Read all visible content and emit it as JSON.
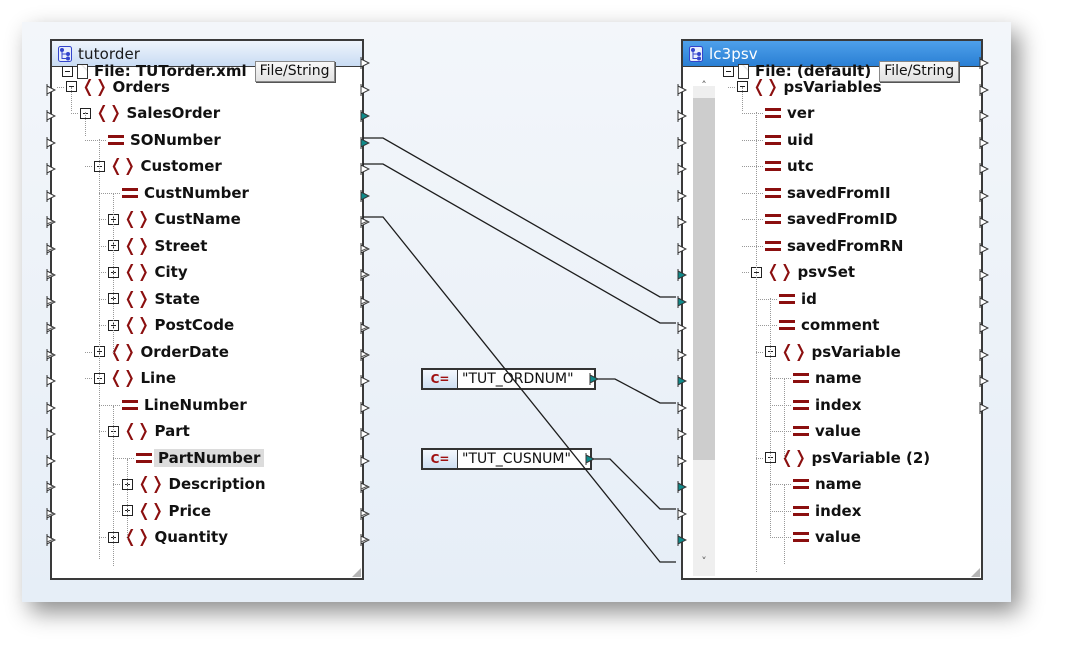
{
  "source_component": {
    "title": "tutorder",
    "icon": "schema-tree-icon",
    "file_label": "File: TUTorder.xml",
    "file_button": "File/String",
    "nodes": [
      {
        "label": "Orders",
        "type": "element",
        "toggle": "collapse",
        "depth": 1
      },
      {
        "label": "SalesOrder",
        "type": "element",
        "toggle": "collapse",
        "depth": 2,
        "connected": true
      },
      {
        "label": "SONumber",
        "type": "attribute",
        "depth": 3,
        "connected": true
      },
      {
        "label": "Customer",
        "type": "element",
        "toggle": "collapse",
        "depth": 3
      },
      {
        "label": "CustNumber",
        "type": "attribute",
        "depth": 4,
        "connected": true
      },
      {
        "label": "CustName",
        "type": "element",
        "toggle": "expand",
        "depth": 4,
        "multi": true
      },
      {
        "label": "Street",
        "type": "element",
        "toggle": "expand",
        "depth": 4,
        "multi": true
      },
      {
        "label": "City",
        "type": "element",
        "toggle": "expand",
        "depth": 4,
        "multi": true
      },
      {
        "label": "State",
        "type": "element",
        "toggle": "expand",
        "depth": 4,
        "multi": true
      },
      {
        "label": "PostCode",
        "type": "element",
        "toggle": "expand",
        "depth": 4,
        "multi": true
      },
      {
        "label": "OrderDate",
        "type": "element",
        "toggle": "expand",
        "depth": 3,
        "multi": true
      },
      {
        "label": "Line",
        "type": "element",
        "toggle": "collapse",
        "depth": 3
      },
      {
        "label": "LineNumber",
        "type": "attribute",
        "depth": 4
      },
      {
        "label": "Part",
        "type": "element",
        "toggle": "collapse",
        "depth": 4
      },
      {
        "label": "PartNumber",
        "type": "attribute",
        "depth": 5,
        "highlighted": true
      },
      {
        "label": "Description",
        "type": "element",
        "toggle": "expand",
        "depth": 5,
        "multi": true
      },
      {
        "label": "Price",
        "type": "element",
        "toggle": "expand",
        "depth": 5,
        "multi": true
      },
      {
        "label": "Quantity",
        "type": "element",
        "toggle": "expand",
        "depth": 4,
        "multi": true
      }
    ]
  },
  "target_component": {
    "title": "lc3psv",
    "icon": "schema-tree-icon",
    "file_label": "File: (default)",
    "file_button": "File/String",
    "nodes": [
      {
        "label": "psVariables",
        "type": "element",
        "toggle": "collapse",
        "depth": 1
      },
      {
        "label": "ver",
        "type": "attribute",
        "depth": 2
      },
      {
        "label": "uid",
        "type": "attribute",
        "depth": 2
      },
      {
        "label": "utc",
        "type": "attribute",
        "depth": 2
      },
      {
        "label": "savedFromII",
        "type": "attribute",
        "depth": 2
      },
      {
        "label": "savedFromID",
        "type": "attribute",
        "depth": 2
      },
      {
        "label": "savedFromRN",
        "type": "attribute",
        "depth": 2
      },
      {
        "label": "psvSet",
        "type": "element",
        "toggle": "collapse",
        "depth": 2,
        "connected": true
      },
      {
        "label": "id",
        "type": "attribute",
        "depth": 3,
        "connected": true
      },
      {
        "label": "comment",
        "type": "attribute",
        "depth": 3
      },
      {
        "label": "psVariable",
        "type": "element",
        "toggle": "collapse",
        "depth": 3
      },
      {
        "label": "name",
        "type": "attribute",
        "depth": 4,
        "connected": true
      },
      {
        "label": "index",
        "type": "attribute",
        "depth": 4
      },
      {
        "label": "value",
        "type": "attribute",
        "depth": 4
      },
      {
        "label": "psVariable (2)",
        "type": "element",
        "toggle": "collapse",
        "depth": 3
      },
      {
        "label": "name",
        "type": "attribute",
        "depth": 4,
        "connected": true
      },
      {
        "label": "index",
        "type": "attribute",
        "depth": 4
      },
      {
        "label": "value",
        "type": "attribute",
        "depth": 4,
        "connected": true
      }
    ],
    "scrollbar": {
      "up_icon": "chevron-up-icon",
      "down_icon": "chevron-down-icon"
    }
  },
  "constants": [
    {
      "icon_label": "C=",
      "value": "\"TUT_ORDNUM\""
    },
    {
      "icon_label": "C=",
      "value": "\"TUT_CUSNUM\""
    }
  ],
  "connections": [
    {
      "from": "tutorder/SalesOrder",
      "to": "lc3psv/psvSet"
    },
    {
      "from": "tutorder/SONumber",
      "to": "lc3psv/psvSet/id"
    },
    {
      "from": "const/\"TUT_ORDNUM\"",
      "to": "lc3psv/psVariable/name"
    },
    {
      "from": "const/\"TUT_CUSNUM\"",
      "to": "lc3psv/psVariable (2)/name"
    },
    {
      "from": "tutorder/CustNumber",
      "to": "lc3psv/psVariable (2)/value"
    }
  ],
  "colors": {
    "connected_port": "#0f8a8a",
    "element_icon": "#8b0f0f",
    "selected_header": "#2a7fd4"
  }
}
